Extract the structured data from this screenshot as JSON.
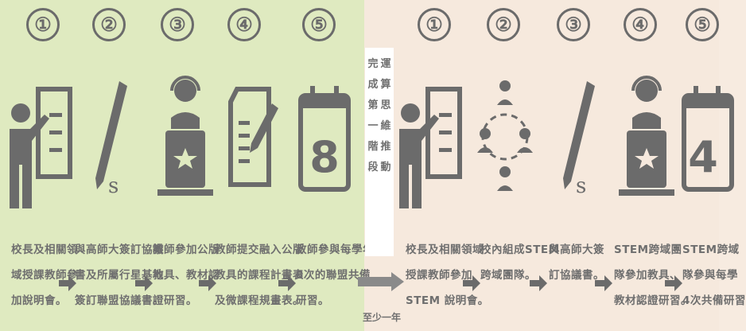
{
  "left_steps": [
    {
      "num": "①",
      "lines": [
        "校長及相關領",
        "域授課教師參",
        "加說明會。"
      ]
    },
    {
      "num": "②",
      "lines": [
        "與高師大簽訂協議",
        "書及所屬行星基地",
        "簽訂聯盟協議書。"
      ]
    },
    {
      "num": "③",
      "lines": [
        "教師參加公版",
        "教具、教材認",
        "證研習。"
      ]
    },
    {
      "num": "④",
      "lines": [
        "教師提交融入公版",
        "教具的課程計畫表",
        "及微課程規畫表。"
      ]
    },
    {
      "num": "⑤",
      "lines": [
        "教師參與每學年",
        "8次的聯盟共備",
        "研習。"
      ]
    }
  ],
  "left_calendar_number": "8",
  "middle": {
    "col1": [
      "完",
      "成",
      "第",
      "一",
      "階",
      "段"
    ],
    "col2": [
      "運",
      "算",
      "思",
      "維",
      "推",
      "動"
    ],
    "duration": "至少一年"
  },
  "right_steps": [
    {
      "num": "①",
      "lines": [
        "校長及相關領域",
        "授課教師參加",
        "STEM 說明會。"
      ]
    },
    {
      "num": "②",
      "lines": [
        "校內組成STEM",
        "跨域團隊。",
        ""
      ]
    },
    {
      "num": "③",
      "lines": [
        "與高師大簽",
        "訂協議書。",
        ""
      ]
    },
    {
      "num": "④",
      "lines": [
        "STEM跨域團",
        "隊參加教具、",
        "教材認證研習。"
      ]
    },
    {
      "num": "⑤",
      "lines": [
        "STEM跨域",
        "隊參與每學",
        "4次共備研習"
      ]
    }
  ],
  "right_calendar_number": "4",
  "colors": {
    "left_bg": "#dfeac0",
    "right_bg": "#f6e9dd",
    "icon": "#6b6b6b"
  }
}
